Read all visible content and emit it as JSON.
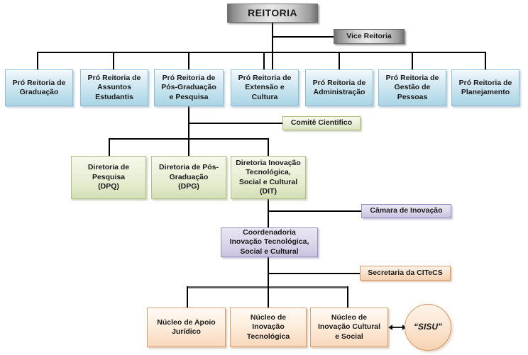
{
  "diagram": {
    "title_node": "REITORIA",
    "vice_node": "Vice Reitoria",
    "pro_reitorias": [
      "Pró Reitoria de\nGraduação",
      "Pró Reitoria de\nAssuntos\nEstudantis",
      "Pró Reitoria de\nPós-Graduação\ne Pesquisa",
      "Pró Reitoria de\nExtensão e\nCultura",
      "Pró Reitoria de\nAdministração",
      "Pró Reitoria de\nGestão de\nPessoas",
      "Pró Reitoria de\nPlanejamento"
    ],
    "comite": "Comitê Cientifico",
    "diretorias": [
      "Diretoria de\nPesquisa\n(DPQ)",
      "Diretoria de Pós-\nGraduação\n(DPG)",
      "Diretoria Inovação\nTecnológica,\nSocial e Cultural\n(DIT)"
    ],
    "camara": "Câmara de Inovação",
    "coordenadoria": "Coordenadoria\nInovação Tecnológica,\nSocial e Cultural",
    "secretaria": "Secretaria da CITeCS",
    "nucleos": [
      "Núcleo de Apoio\nJurídico",
      "Núcleo de\nInovação\nTecnológica",
      "Núcleo de\nInovação Cultural\ne Social"
    ],
    "sisu": "“SISU”",
    "colors": {
      "line": "#000000",
      "thick_line": "#5e5e5e",
      "silver": "#c9c9c9",
      "blue": "#c9e4ef",
      "green": "#e3ebcc",
      "purple": "#ded9ec",
      "orange": "#f6cfae"
    }
  }
}
